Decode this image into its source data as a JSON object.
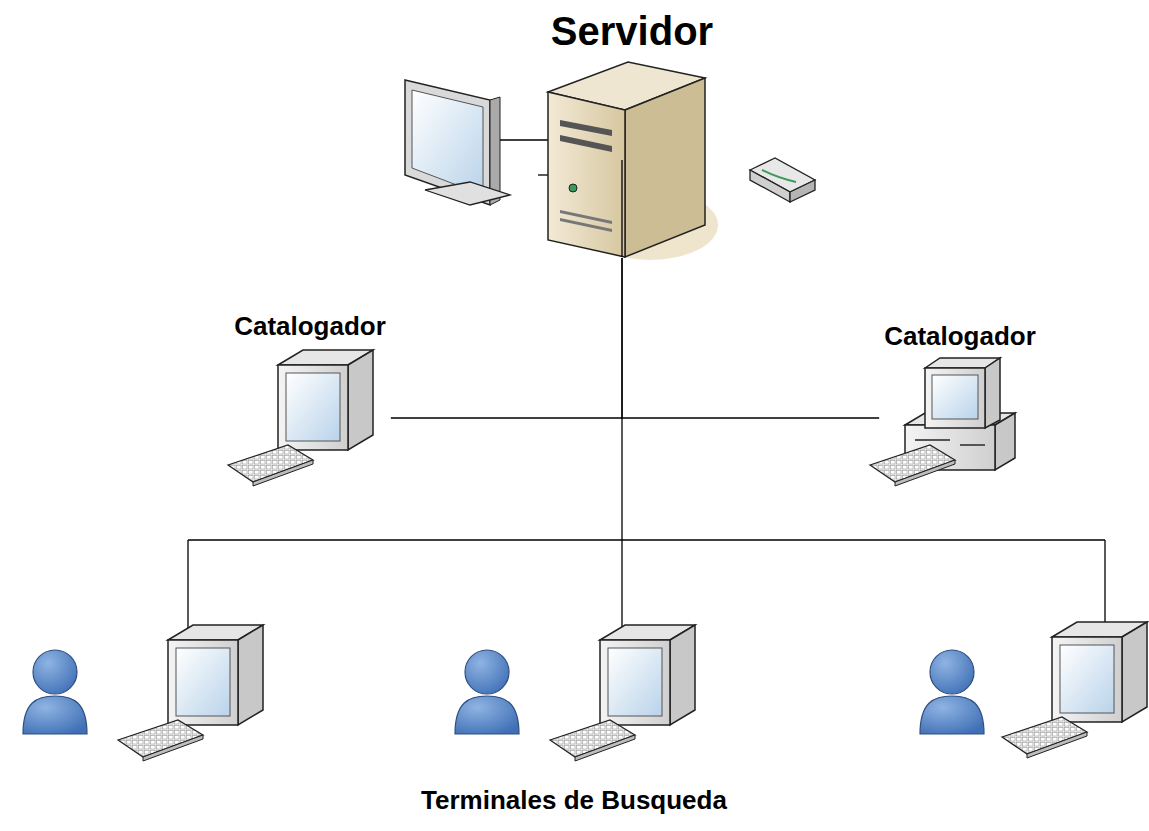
{
  "diagram": {
    "nodes": [
      {
        "text": [
          "Servidor"
        ]
      },
      {
        "text": [
          "Catalogador"
        ]
      },
      {
        "text": [
          "Catalogador"
        ]
      }
    ],
    "edges": [
      {
        "from": 0,
        "to": 1,
        "arrow": "none"
      },
      {
        "from": 0,
        "to": 2,
        "arrow": "none"
      }
    ],
    "labels": [
      "Terminales de Busqueda"
    ]
  }
}
